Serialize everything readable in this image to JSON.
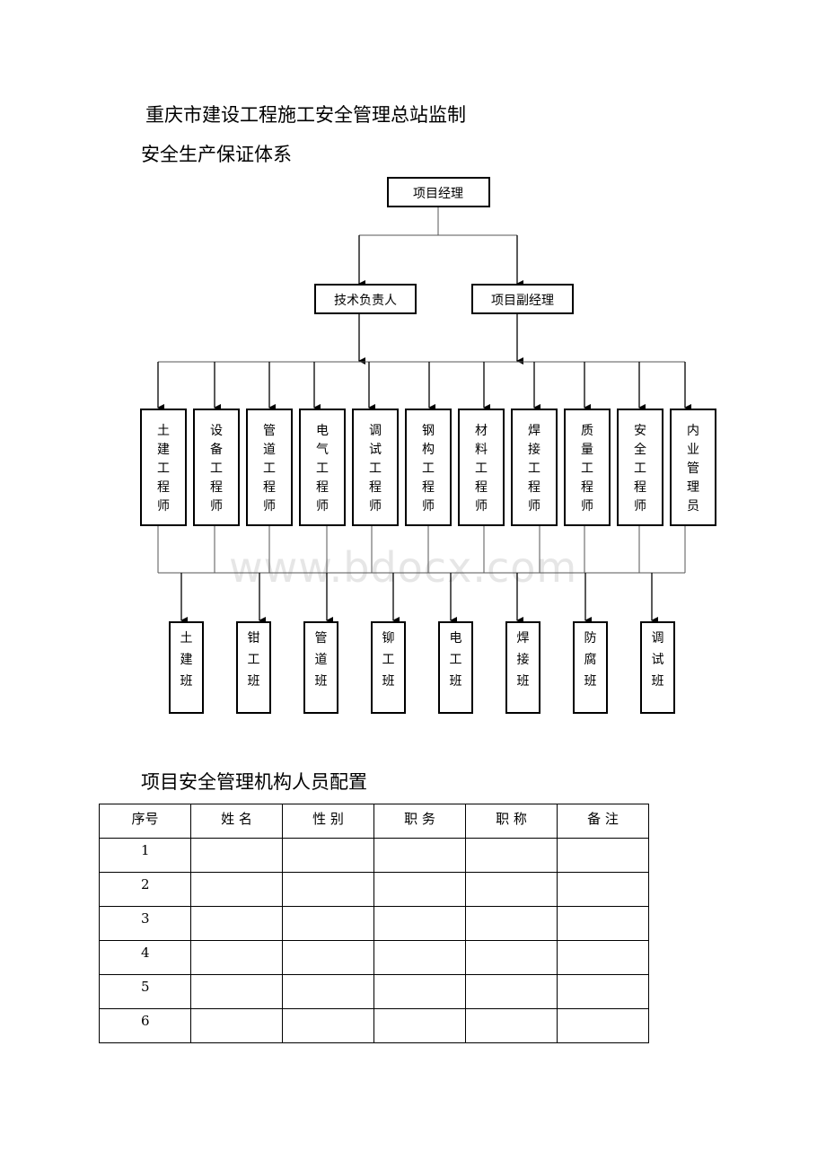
{
  "heading_1": "重庆市建设工程施工安全管理总站监制",
  "heading_2": "安全生产保证体系",
  "heading_3": "项目安全管理机构人员配置",
  "watermark": "www.bdocx.com",
  "org": {
    "top": "项目经理",
    "level2": [
      "技术负责人",
      "项目副经理"
    ],
    "engineers": [
      "土建工程师",
      "设备工程师",
      "管道工程师",
      "电气工程师",
      "调试工程师",
      "钢构工程师",
      "材料工程师",
      "焊接工程师",
      "质量工程师",
      "安全工程师",
      "内业管理员"
    ],
    "teams": [
      "土建班",
      "钳工班",
      "管道班",
      "铆工班",
      "电工班",
      "焊接班",
      "防腐班",
      "调试班"
    ]
  },
  "table": {
    "headers": [
      "序号",
      "姓 名",
      "性 别",
      "职 务",
      "职 称",
      "备 注"
    ],
    "rows": [
      [
        "1",
        "",
        "",
        "",
        "",
        ""
      ],
      [
        "2",
        "",
        "",
        "",
        "",
        ""
      ],
      [
        "3",
        "",
        "",
        "",
        "",
        ""
      ],
      [
        "4",
        "",
        "",
        "",
        "",
        ""
      ],
      [
        "5",
        "",
        "",
        "",
        "",
        ""
      ],
      [
        "6",
        "",
        "",
        "",
        "",
        ""
      ]
    ]
  }
}
